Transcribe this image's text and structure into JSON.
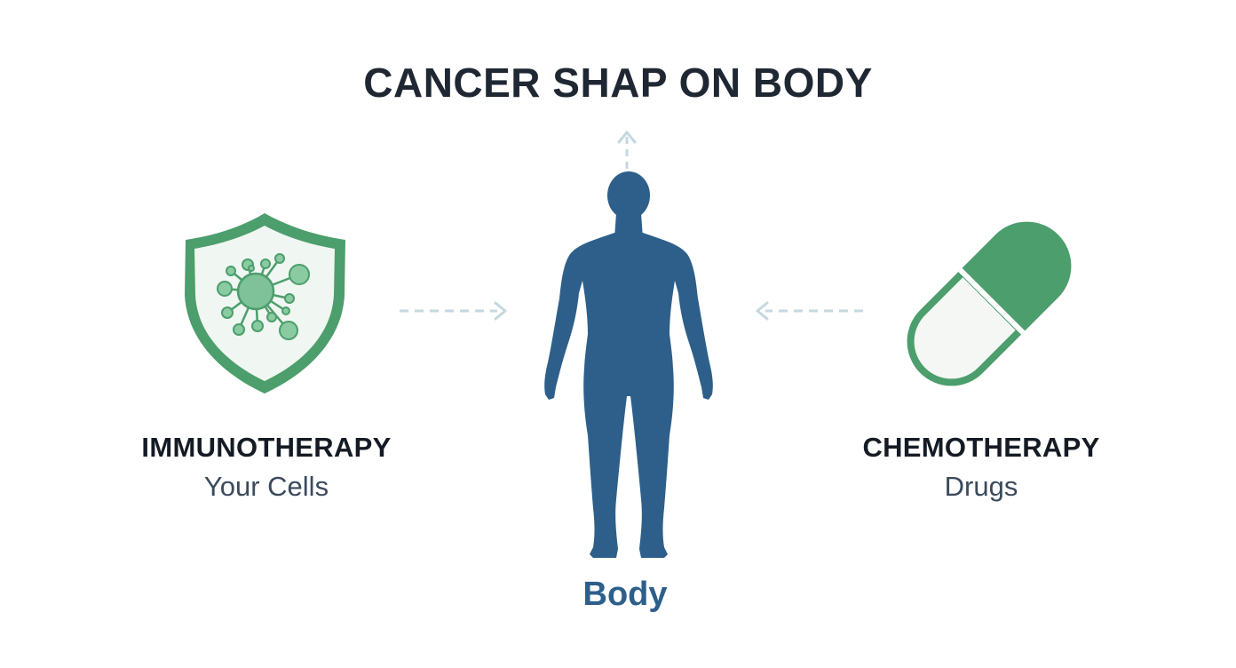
{
  "title": "CANCER SHAP ON BODY",
  "left_node": {
    "label": "IMMUNOTHERAPY",
    "sublabel": "Your Cells",
    "icon": "shield-with-cells-icon"
  },
  "right_node": {
    "label": "CHEMOTHERAPY",
    "sublabel": "Drugs",
    "icon": "capsule-pill-icon"
  },
  "center_node": {
    "label": "Body",
    "icon": "human-body-icon"
  },
  "colors": {
    "body_blue": "#2d5f8a",
    "green": "#4c9e6c",
    "green_light": "#eef5ef",
    "arrow": "#c5d8e0",
    "title": "#1f2733"
  }
}
